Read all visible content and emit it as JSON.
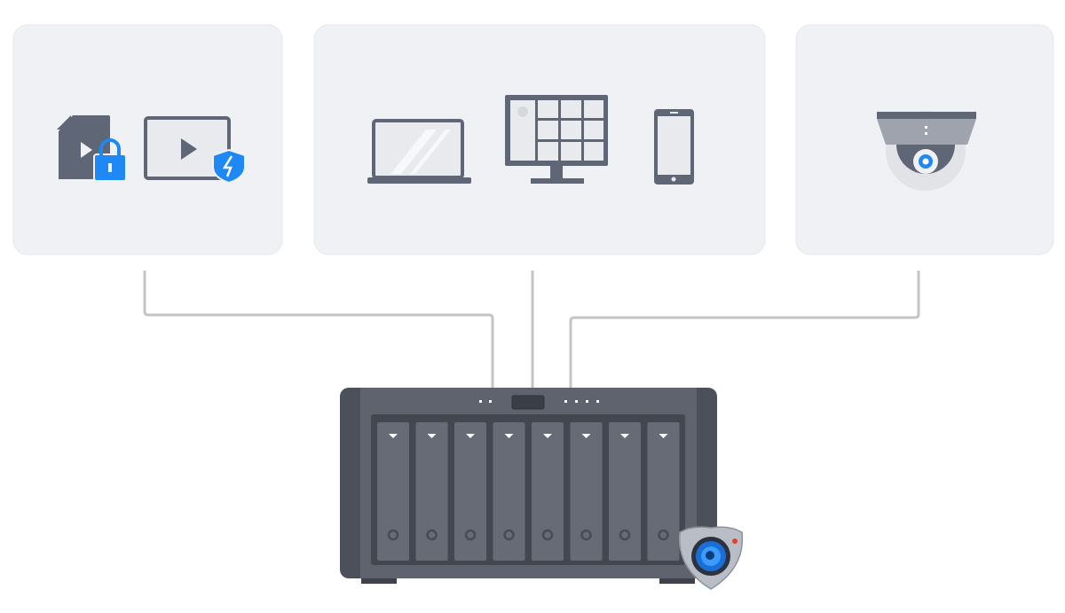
{
  "colors": {
    "background": "#ffffff",
    "card": "#f0f1f4",
    "card_border": "#e4e6ea",
    "icon_gray": "#5f6675",
    "accent_blue": "#1e88f5",
    "connector": "#c4c4c4",
    "nas_body": "#4b505a",
    "nas_front": "#5e636d",
    "nas_tray": "#666b75",
    "led_red": "#e8402a"
  },
  "groups": [
    {
      "name": "protected-media",
      "icons": [
        "locked-video-file-icon",
        "protected-video-player-icon"
      ]
    },
    {
      "name": "client-devices",
      "icons": [
        "laptop-icon",
        "desktop-monitor-icon",
        "smartphone-icon"
      ]
    },
    {
      "name": "ip-camera",
      "icons": [
        "dome-camera-icon"
      ]
    }
  ],
  "nas": {
    "drive_bays": 8,
    "badge_icon": "surveillance-camera-shield-icon"
  }
}
